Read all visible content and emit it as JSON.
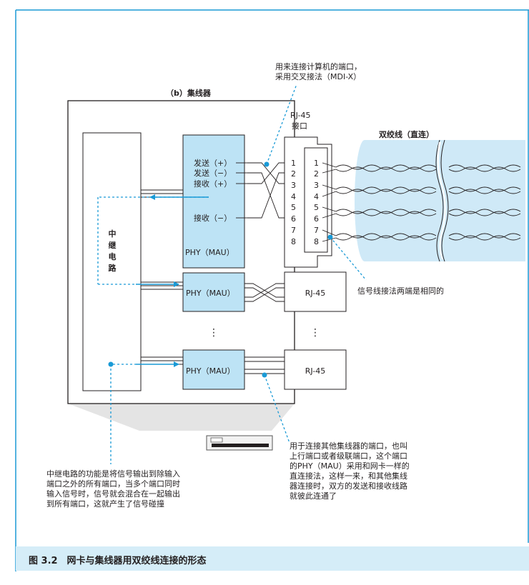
{
  "hub_title": "（b）集线器",
  "rj45_top_label_line1": "RJ-45",
  "rj45_top_label_line2": "接口",
  "mdix_note_line1": "用来连接计算机的端口，",
  "mdix_note_line2": "采用交叉接法（MDI-X）",
  "cable_label": "双绞线（直连）",
  "relay_label": [
    "中",
    "继",
    "电",
    "路"
  ],
  "phy_top_pins": [
    "发送（+）",
    "发送（−）",
    "接收（+）",
    "接收（−）"
  ],
  "phy_top_label": "PHY（MAU）",
  "phy_label": "PHY（MAU）",
  "rj45_label": "RJ-45",
  "port_numbers": [
    "1",
    "2",
    "3",
    "4",
    "5",
    "6",
    "7",
    "8"
  ],
  "ellipsis": "⋮",
  "cable_note": "信号线接法两端是相同的",
  "uplink_note": [
    "用于连接其他集线器的端口，也叫",
    "上行端口或者级联端口，这个端口",
    "的PHY（MAU）采用和网卡一样的",
    "直连接法，这样一来，和其他集线",
    "器连接时，双方的发送和接收线路",
    "就彼此连通了"
  ],
  "relay_note": [
    "中继电路的功能是将信号输出到除输入",
    "端口之外的所有端口，当多个端口同时",
    "输入信号时，信号就会混合在一起输出",
    "到所有端口，这就产生了信号碰撞"
  ],
  "caption": "图 3.2　网卡与集线器用双绞线连接的形态",
  "colors": {
    "accent": "#1a9ad6",
    "box_fill": "#bde3f5",
    "cable_fill": "#cfe9f7",
    "text": "#231f20"
  }
}
